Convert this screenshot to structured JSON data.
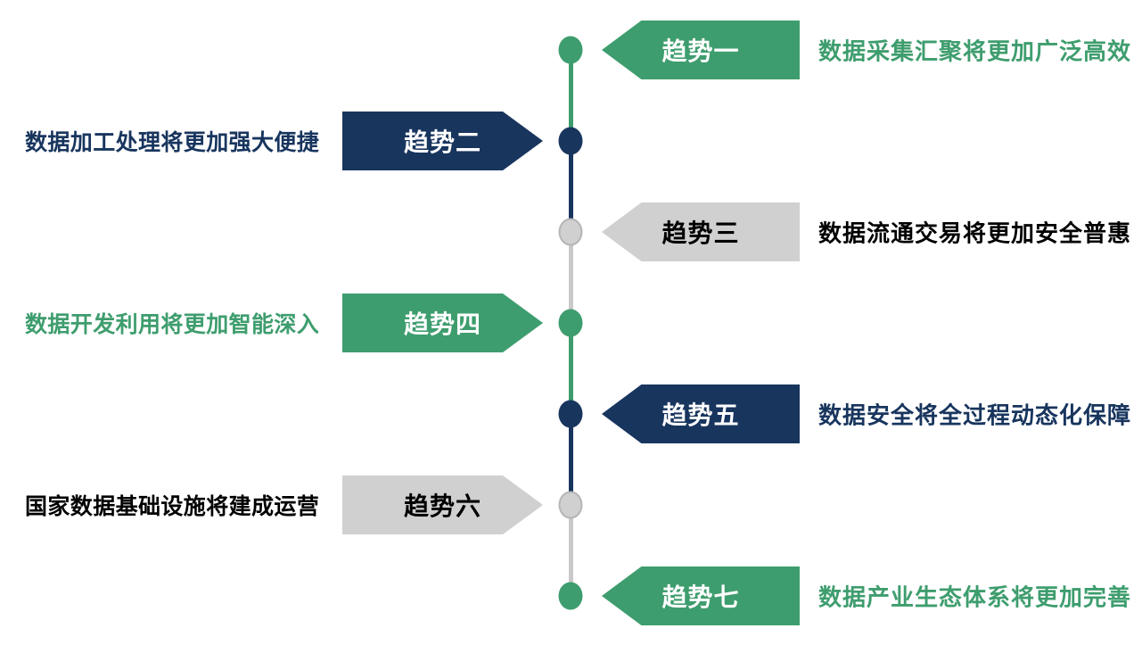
{
  "diagram": {
    "type": "vertical-timeline",
    "items": [
      {
        "label": "趋势一",
        "description": "数据采集汇聚将更加广泛高效",
        "side": "right",
        "color": "green"
      },
      {
        "label": "趋势二",
        "description": "数据加工处理将更加强大便捷",
        "side": "left",
        "color": "navy"
      },
      {
        "label": "趋势三",
        "description": "数据流通交易将更加安全普惠",
        "side": "right",
        "color": "gray"
      },
      {
        "label": "趋势四",
        "description": "数据开发利用将更加智能深入",
        "side": "left",
        "color": "green"
      },
      {
        "label": "趋势五",
        "description": "数据安全将全过程动态化保障",
        "side": "right",
        "color": "navy"
      },
      {
        "label": "趋势六",
        "description": "国家数据基础设施将建成运营",
        "side": "left",
        "color": "gray"
      },
      {
        "label": "趋势七",
        "description": "数据产业生态体系将更加完善",
        "side": "right",
        "color": "green"
      }
    ]
  },
  "colors": {
    "green": "#3e9d6e",
    "navy": "#18355e",
    "gray": "#d0d0d0",
    "gray-line": "#c9c9c9",
    "gray-border": "#b5b5b5",
    "text-black": "#000000",
    "background": "#ffffff"
  }
}
